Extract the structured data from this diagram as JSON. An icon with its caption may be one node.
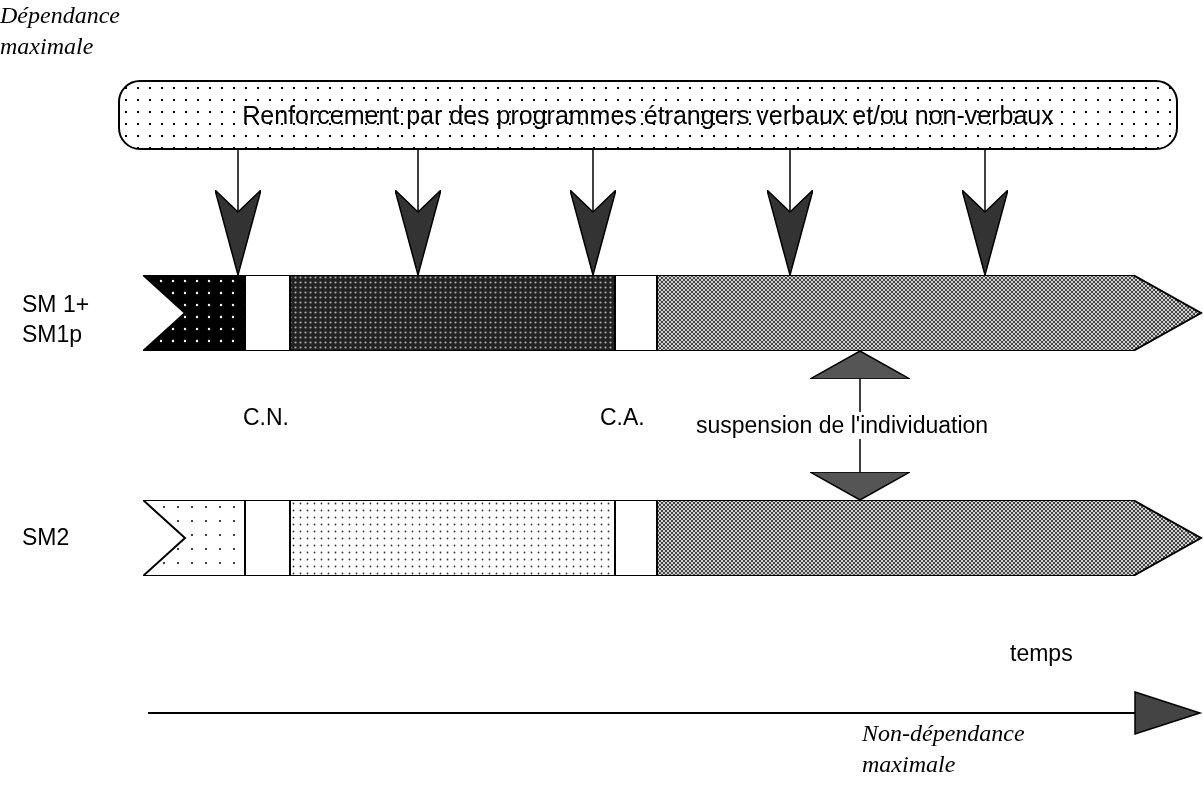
{
  "diagram": {
    "nodes": [
      {
        "text": [
          "Renforcement par des programmes étrangers verbaux et/ou non-verbaux"
        ]
      },
      {
        "text": [],
        "shape": "bar",
        "beside": [
          "SM 1+ SM1p"
        ]
      },
      {
        "text": [],
        "shape": "bar",
        "beside": [
          "SM2"
        ]
      }
    ],
    "edges": [
      {
        "from": 0,
        "to": 1,
        "arrow": "to"
      },
      {
        "from": 0,
        "to": 1,
        "arrow": "to"
      },
      {
        "from": 0,
        "to": 1,
        "arrow": "to"
      },
      {
        "from": 0,
        "to": 1,
        "arrow": "to"
      },
      {
        "from": 0,
        "to": 1,
        "arrow": "to"
      },
      {
        "from": 1,
        "to": 2,
        "arrow": "both",
        "label": "suspension de l'individuation"
      }
    ],
    "labels": [
      "Dépendance maximale",
      "C.N.",
      "C.A.",
      "temps",
      "Non-dépendance maximale"
    ]
  }
}
